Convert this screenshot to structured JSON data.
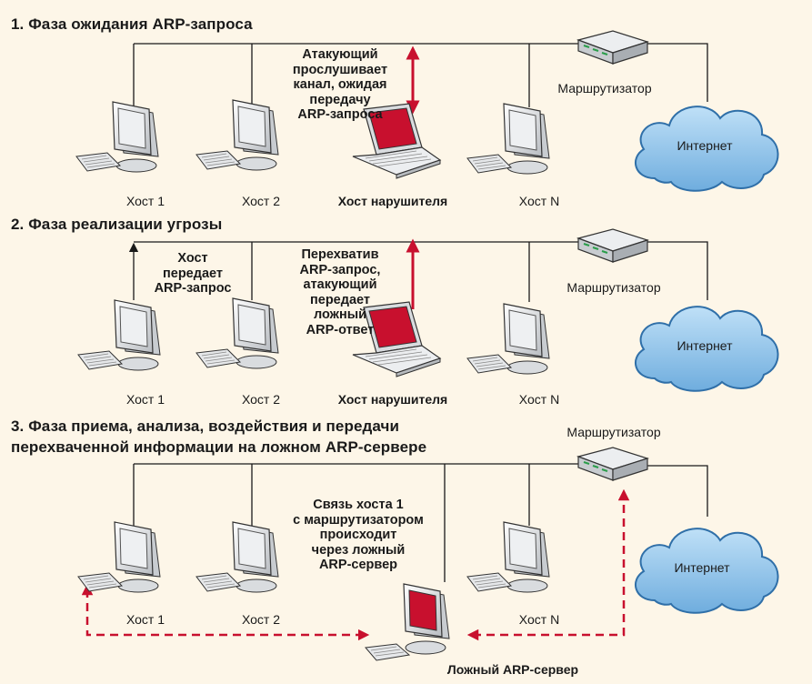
{
  "colors": {
    "background": "#fdf6e8",
    "attack": "#c8102e",
    "line": "#1a1a1a",
    "cloud_fill": "#8fc3ea",
    "cloud_stroke": "#2f6fa8",
    "screen_red": "#c8102e"
  },
  "icons": [
    "desktop-computer-icon",
    "laptop-icon",
    "router-icon",
    "cloud-icon"
  ],
  "phases": [
    {
      "title": "1. Фаза ожидания ARP-запроса",
      "note": "Атакующий\nпрослушивает\nканал, ожидая\nпередачу\nARP-запроса",
      "host1": "Хост 1",
      "host2": "Хост 2",
      "attacker": "Хост нарушителя",
      "hostN": "Хост N",
      "router": "Маршрутизатор",
      "internet": "Интернет"
    },
    {
      "title": "2. Фаза реализации угрозы",
      "note_host": "Хост\nпередает\nARP-запрос",
      "note_attacker": "Перехватив\nARP-запрос,\nатакующий\nпередает\nложный\nARP-ответ",
      "host1": "Хост 1",
      "host2": "Хост 2",
      "attacker": "Хост нарушителя",
      "hostN": "Хост N",
      "router": "Маршрутизатор",
      "internet": "Интернет"
    },
    {
      "title_line1": "3. Фаза приема, анализа, воздействия и передачи",
      "title_line2": "перехваченной информации на ложном ARP-сервере",
      "note": "Связь хоста 1\nс маршрутизатором\nпроисходит\nчерез ложный\nARP-сервер",
      "host1": "Хост 1",
      "host2": "Хост 2",
      "fake_server": "Ложный ARP-сервер",
      "hostN": "Хост N",
      "router": "Маршрутизатор",
      "internet": "Интернет"
    }
  ]
}
